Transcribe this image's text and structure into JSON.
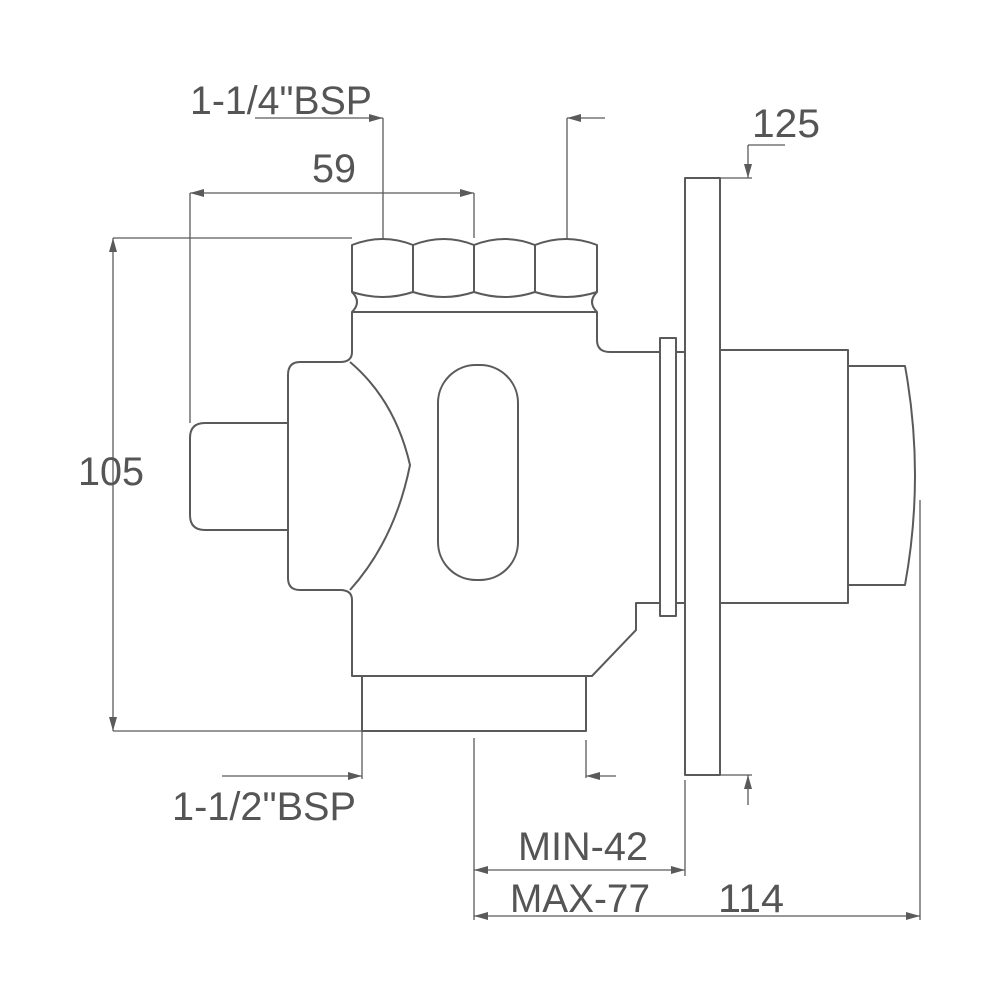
{
  "drawing": {
    "colors": {
      "line": "#5a5a5a",
      "text": "#555555"
    },
    "labels": {
      "inlet_thread": "1-1/4\"BSP",
      "width_59": "59",
      "plate_125": "125",
      "height_105": "105",
      "outlet_thread": "1-1/2\"BSP",
      "min_wall": "MIN-42",
      "max_wall": "MAX-77",
      "depth_114": "114"
    }
  }
}
